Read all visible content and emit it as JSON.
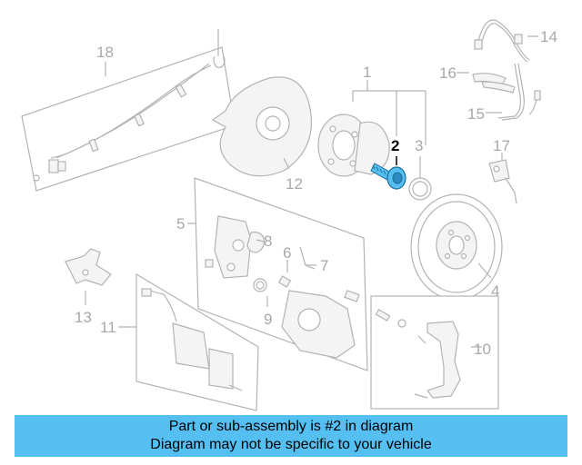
{
  "callouts": [
    {
      "id": "1",
      "label": "1"
    },
    {
      "id": "2",
      "label": "2"
    },
    {
      "id": "3",
      "label": "3"
    },
    {
      "id": "4",
      "label": "4"
    },
    {
      "id": "5",
      "label": "5"
    },
    {
      "id": "6",
      "label": "6"
    },
    {
      "id": "7",
      "label": "7"
    },
    {
      "id": "8",
      "label": "8"
    },
    {
      "id": "9",
      "label": "9"
    },
    {
      "id": "10",
      "label": "10"
    },
    {
      "id": "11",
      "label": "11"
    },
    {
      "id": "12",
      "label": "12"
    },
    {
      "id": "13",
      "label": "13"
    },
    {
      "id": "14",
      "label": "14"
    },
    {
      "id": "15",
      "label": "15"
    },
    {
      "id": "16",
      "label": "16"
    },
    {
      "id": "17",
      "label": "17"
    },
    {
      "id": "18",
      "label": "18"
    }
  ],
  "highlight_part": "2",
  "colors": {
    "highlight_part": "#55bff2",
    "banner_bg": "#55bff2",
    "line_art": "#b3b3b3",
    "callout_text": "#a8a8a8"
  },
  "banner": {
    "line1": "Part or sub-assembly is #2 in diagram",
    "line2": "Diagram may not be specific to your vehicle"
  }
}
